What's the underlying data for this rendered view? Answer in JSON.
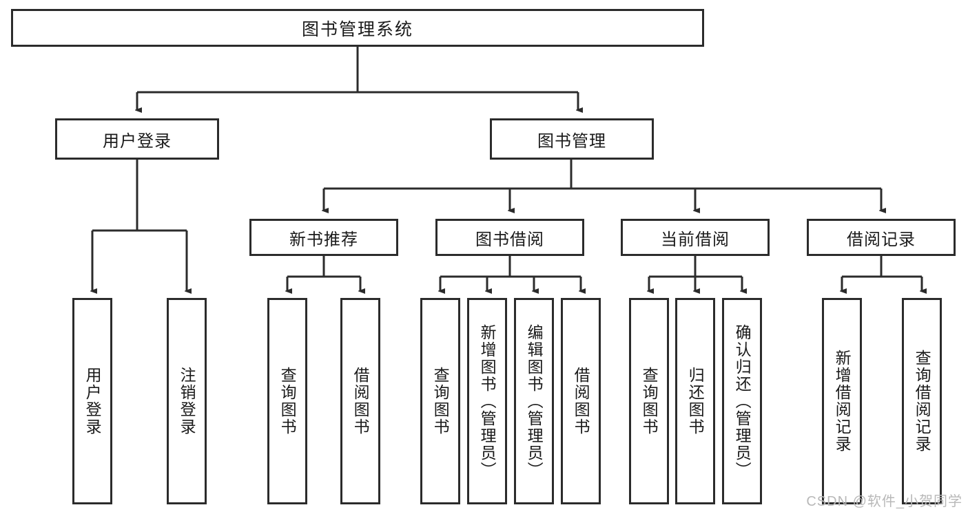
{
  "diagram": {
    "title": "图书管理系统",
    "watermark": "CSDN @软件_小贺同学",
    "root": {
      "label": "图书管理系统"
    },
    "level1": [
      {
        "label": "用户登录"
      },
      {
        "label": "图书管理"
      }
    ],
    "level2": [
      {
        "label": "新书推荐"
      },
      {
        "label": "图书借阅"
      },
      {
        "label": "当前借阅"
      },
      {
        "label": "借阅记录"
      }
    ],
    "leaves": {
      "user_login": [
        {
          "label": "用户登录"
        },
        {
          "label": "注销登录"
        }
      ],
      "new_book": [
        {
          "label": "查询图书"
        },
        {
          "label": "借阅图书"
        }
      ],
      "book_borrow": [
        {
          "label": "查询图书"
        },
        {
          "label": "新增图书（管理员）"
        },
        {
          "label": "编辑图书（管理员）"
        },
        {
          "label": "借阅图书"
        }
      ],
      "current_borrow": [
        {
          "label": "查询图书"
        },
        {
          "label": "归还图书"
        },
        {
          "label": "确认归还（管理员）"
        }
      ],
      "borrow_record": [
        {
          "label": "新增借阅记录"
        },
        {
          "label": "查询借阅记录"
        }
      ]
    },
    "colors": {
      "stroke": "#2b2b2b",
      "background": "#ffffff",
      "text": "#1a1a1a",
      "watermark": "#b8b8b8"
    }
  }
}
